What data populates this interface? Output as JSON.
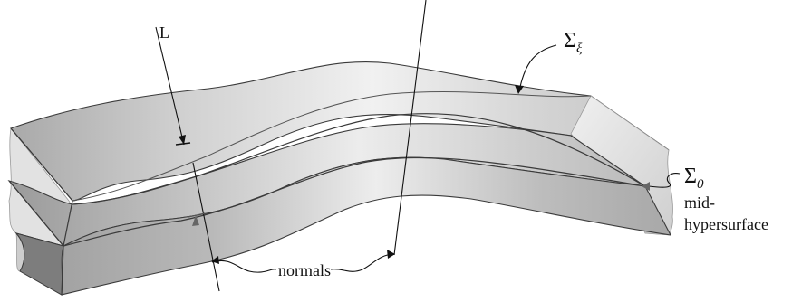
{
  "labels": {
    "line_l": "L",
    "sigma_xi": {
      "symbol": "Σ",
      "subscript": "ξ"
    },
    "sigma_0": {
      "symbol": "Σ",
      "subscript": "0"
    },
    "mid_line1": "mid-",
    "mid_line2": "hypersurface",
    "normals": "normals"
  },
  "colors": {
    "top_face_light": "#eeeeee",
    "top_face_dark": "#bdbdbd",
    "front_face_light": "#dcdcdc",
    "front_face_dark": "#8f8f8f",
    "end_face": "#c2c2c2",
    "edge": "#3a3a3a"
  }
}
